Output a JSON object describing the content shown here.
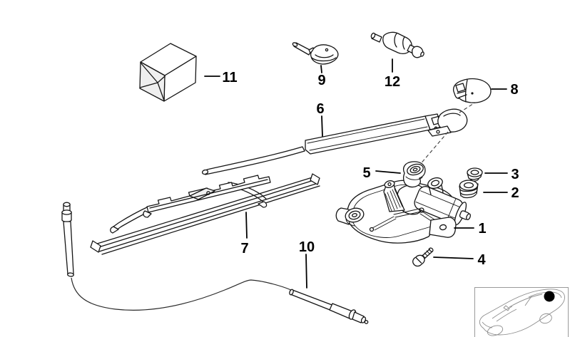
{
  "diagram": {
    "background": "#ffffff",
    "line_color": "#151515",
    "label_color": "#000000",
    "callouts": [
      {
        "label": "1",
        "part": "wiper-motor-assembly"
      },
      {
        "label": "2",
        "part": "rubber-mount-large"
      },
      {
        "label": "3",
        "part": "rubber-mount-small"
      },
      {
        "label": "4",
        "part": "fastening-screw"
      },
      {
        "label": "5",
        "part": "shaft-grommet"
      },
      {
        "label": "6",
        "part": "wiper-arm"
      },
      {
        "label": "7",
        "part": "wiper-blade"
      },
      {
        "label": "8",
        "part": "arm-cover-cap"
      },
      {
        "label": "9",
        "part": "washer-jet-nozzle"
      },
      {
        "label": "10",
        "part": "hose-end-connector"
      },
      {
        "label": "11",
        "part": "packet-box"
      },
      {
        "label": "12",
        "part": "check-valve"
      }
    ],
    "locator": {
      "border_color": "#9a9a9a",
      "car_line_color": "#8d8d8d",
      "marker_color": "#000000"
    }
  }
}
